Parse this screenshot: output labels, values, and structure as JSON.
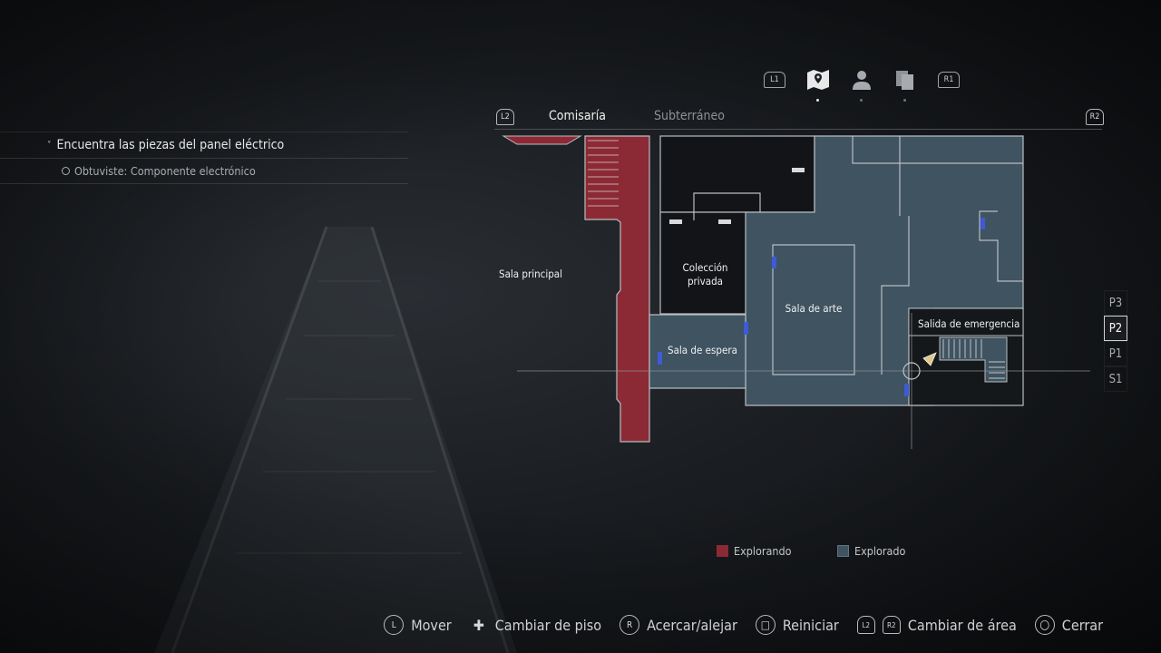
{
  "categories": [
    {
      "name": "l1",
      "label": "L1"
    },
    {
      "name": "map",
      "label": ""
    },
    {
      "name": "profile",
      "label": ""
    },
    {
      "name": "files",
      "label": ""
    },
    {
      "name": "r1",
      "label": "R1"
    }
  ],
  "area_tabs": {
    "left_trigger": "L2",
    "right_trigger": "R2",
    "tabs": [
      "Comisaría",
      "Subterráneo"
    ],
    "active": "Comisaría"
  },
  "objective": {
    "main": "Encuentra las piezas del panel eléctrico",
    "sub": "Obtuviste: Componente electrónico"
  },
  "map_labels": {
    "sala_principal": "Sala principal",
    "coleccion_1": "Colección",
    "coleccion_2": "privada",
    "sala_arte": "Sala de arte",
    "sala_espera": "Sala de espera",
    "salida_emergencia": "Salida de emergencia"
  },
  "floors": [
    "P3",
    "P2",
    "P1",
    "S1"
  ],
  "active_floor": "P2",
  "legend": [
    {
      "label": "Explorando",
      "color": "#8b2a35"
    },
    {
      "label": "Explorado",
      "color": "#3f5361"
    }
  ],
  "colors": {
    "exploring": "#8b2a35",
    "explored": "#3f5361",
    "wall": "#b9bdc1",
    "door": "#3d5bd6"
  },
  "hints": [
    {
      "glyph": "L",
      "label": "Mover",
      "icon": "left-stick-icon"
    },
    {
      "glyph": "✚",
      "label": "Cambiar de piso",
      "icon": "dpad-icon"
    },
    {
      "glyph": "R",
      "label": "Acercar/alejar",
      "icon": "right-stick-icon"
    },
    {
      "glyph": "□",
      "label": "Reiniciar",
      "icon": "square-button-icon"
    },
    {
      "glyph": "L2",
      "label": "",
      "icon": "l2-trigger-icon"
    },
    {
      "glyph": "R2",
      "label": "Cambiar de área",
      "icon": "r2-trigger-icon"
    },
    {
      "glyph": "○",
      "label": "Cerrar",
      "icon": "circle-button-icon"
    }
  ]
}
